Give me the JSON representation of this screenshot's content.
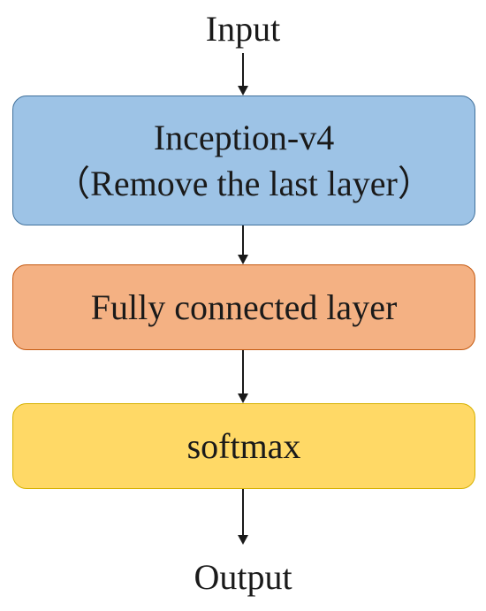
{
  "diagram": {
    "input_label": "Input",
    "output_label": "Output",
    "blocks": [
      {
        "lines": [
          "Inception-v4",
          "（Remove the last layer）"
        ],
        "fill": "#9dc3e6",
        "stroke": "#41719c"
      },
      {
        "lines": [
          "Fully connected layer"
        ],
        "fill": "#f4b183",
        "stroke": "#c55a11"
      },
      {
        "lines": [
          "softmax"
        ],
        "fill": "#ffd966",
        "stroke": "#d6b100"
      }
    ],
    "arrow_color": "#1a1a1a"
  }
}
